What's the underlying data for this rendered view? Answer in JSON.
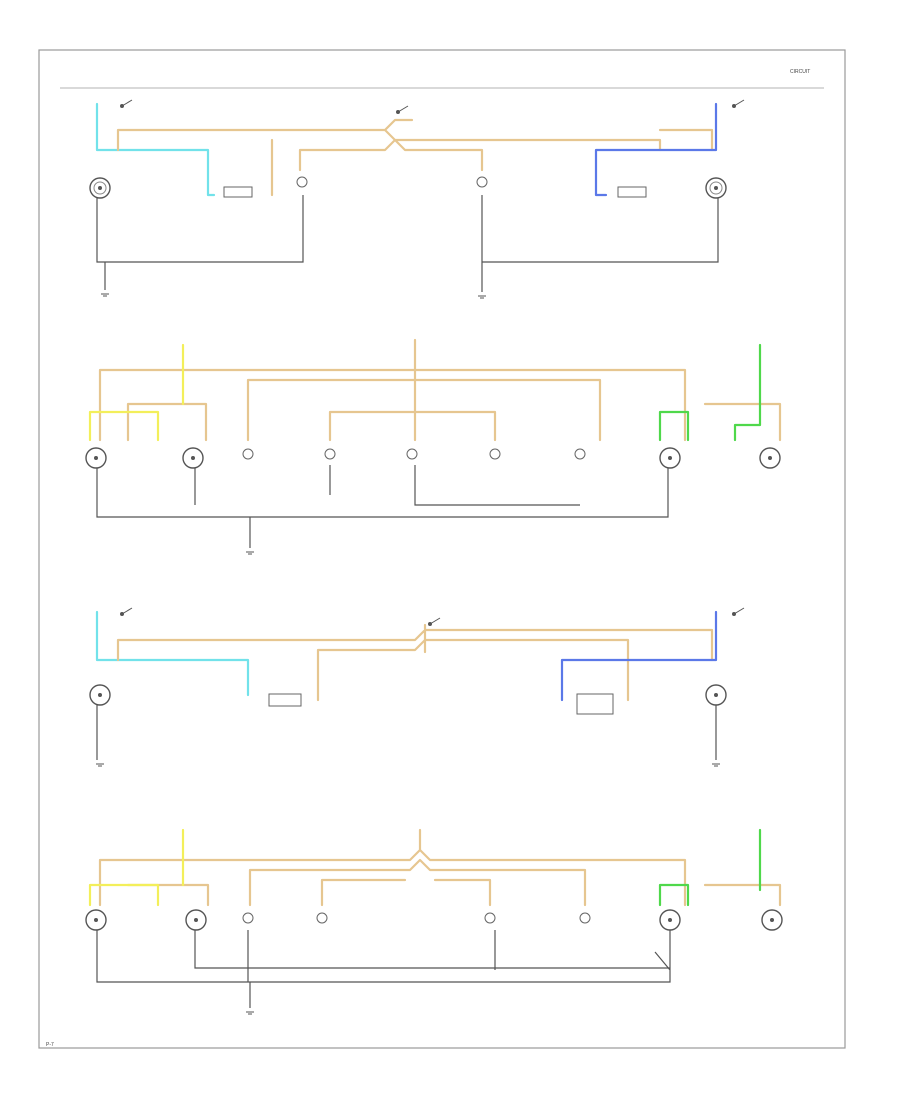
{
  "sheet": {
    "corner_label": "CIRCUIT",
    "page_ref": "P-7",
    "sections": [
      {
        "header": "",
        "name": "top-section"
      },
      {
        "header": "",
        "name": "bottom-section"
      }
    ]
  },
  "colors": {
    "tan": "#e6c690",
    "yellow": "#f3ef5a",
    "cyan": "#72e2ea",
    "blue": "#5b78e8",
    "green": "#4fd84b",
    "gray": "#7d7d7d",
    "dark": "#555555",
    "frame": "#9a9a9a"
  },
  "lamps": {
    "sealed_beam": "headlamp-icon",
    "bulb": "bulb-icon",
    "ground": "ground-icon",
    "switch": "switch-icon"
  }
}
